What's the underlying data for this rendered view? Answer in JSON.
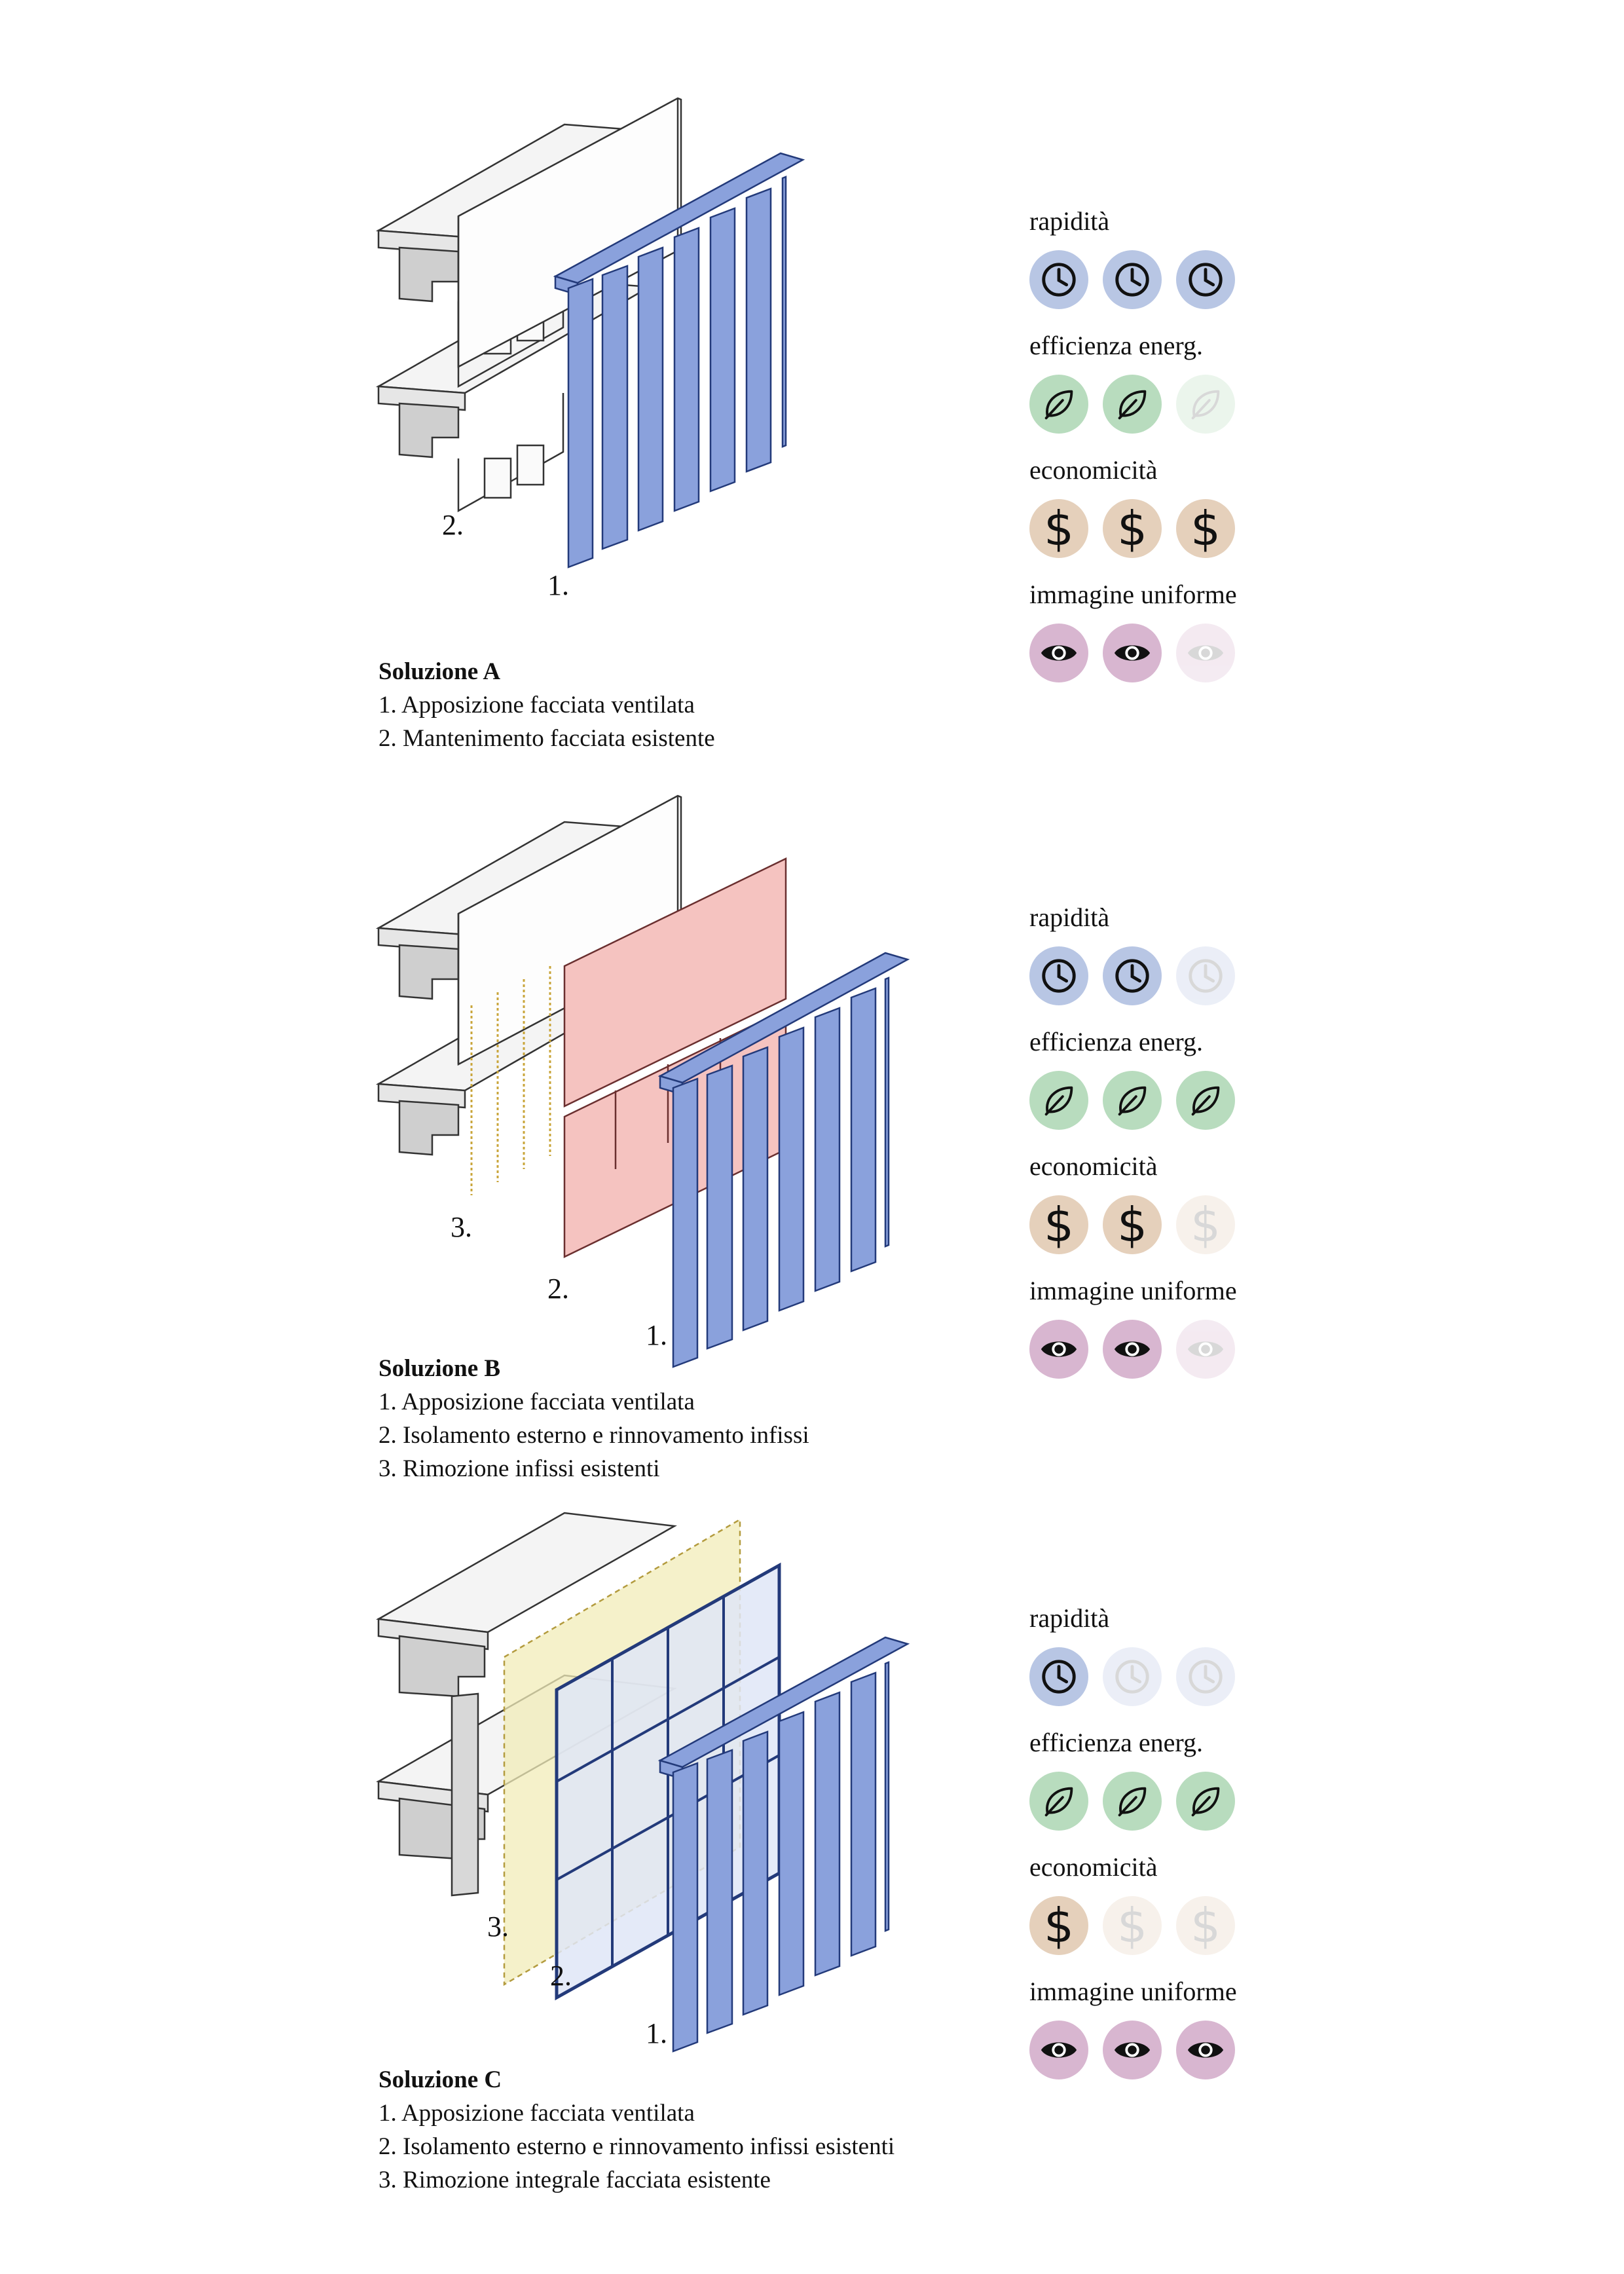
{
  "colors": {
    "rapidita": "#b8c6e4",
    "efficienza": "#b8dcbe",
    "economicita": "#e5d0bb",
    "immagine": "#d8b6d0",
    "facade_blue": "#8aa1dc",
    "insulation_pink": "#f5c3c0",
    "frame_yellow": "#f1ecb8"
  },
  "criteria_labels": {
    "rapidita": "rapidità",
    "efficienza": "efficienza energ.",
    "economicita": "economicità",
    "immagine": "immagine uniforme"
  },
  "criteria_icons": {
    "rapidita": "clock-icon",
    "efficienza": "leaf-icon",
    "economicita": "dollar-icon",
    "immagine": "eye-icon"
  },
  "rating_max": 3,
  "solutions": [
    {
      "title": "Soluzione A",
      "items": [
        "1. Apposizione facciata ventilata",
        "2. Mantenimento facciata esistente"
      ],
      "callouts": [
        "1.",
        "2."
      ],
      "ratings": {
        "rapidita": 3,
        "efficienza": 2,
        "economicita": 3,
        "immagine": 2
      }
    },
    {
      "title": "Soluzione B",
      "items": [
        "1. Apposizione facciata ventilata",
        "2. Isolamento esterno e rinnovamento infissi",
        "3. Rimozione infissi esistenti"
      ],
      "callouts": [
        "1.",
        "2.",
        "3."
      ],
      "ratings": {
        "rapidita": 2,
        "efficienza": 3,
        "economicita": 2,
        "immagine": 2
      }
    },
    {
      "title": "Soluzione C",
      "items": [
        "1. Apposizione facciata ventilata",
        "2. Isolamento esterno e rinnovamento infissi esistenti",
        "3. Rimozione integrale facciata esistente"
      ],
      "callouts": [
        "1.",
        "2.",
        "3."
      ],
      "ratings": {
        "rapidita": 1,
        "efficienza": 3,
        "economicita": 1,
        "immagine": 3
      }
    }
  ]
}
